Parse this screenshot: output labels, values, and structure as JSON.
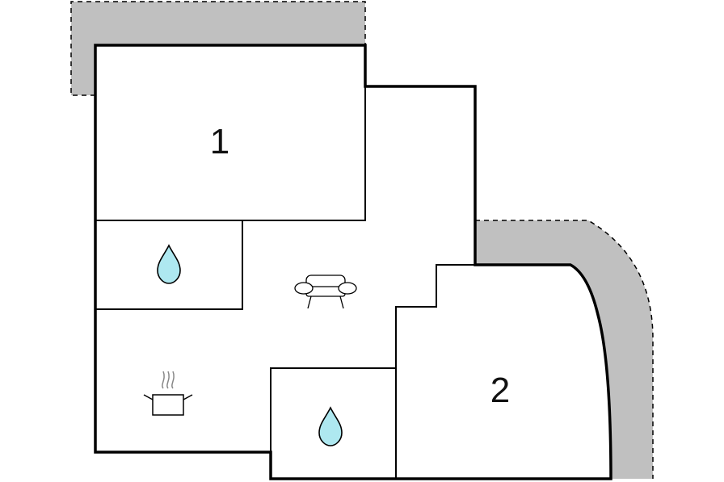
{
  "floorplan": {
    "rooms": [
      {
        "label": "1",
        "kind": "bedroom"
      },
      {
        "label": "2",
        "kind": "bedroom"
      }
    ],
    "icons": [
      {
        "name": "bathroom-drop-icon-1",
        "type": "water-drop"
      },
      {
        "name": "bathroom-drop-icon-2",
        "type": "water-drop"
      },
      {
        "name": "living-room-sofa-icon",
        "type": "sofa"
      },
      {
        "name": "kitchen-pot-icon",
        "type": "cooking-pot"
      }
    ],
    "colors": {
      "wall": "#000000",
      "terrace": "#c0c0c0",
      "water": "#aee8f0",
      "background": "#ffffff"
    }
  }
}
